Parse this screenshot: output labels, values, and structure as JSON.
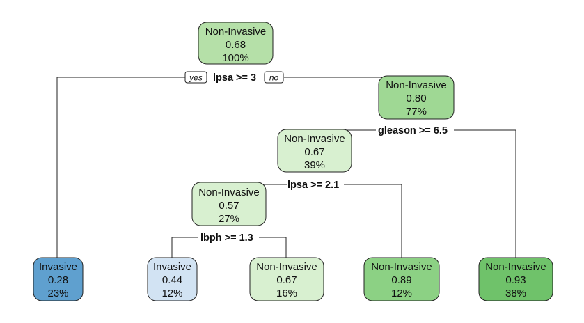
{
  "tree": {
    "nodes": {
      "root": {
        "class": "Non-Invasive",
        "prob": "0.68",
        "pct": "100%",
        "color": "#b5e0a8"
      },
      "n2": {
        "class": "Non-Invasive",
        "prob": "0.80",
        "pct": "77%",
        "color": "#9fd894"
      },
      "n3": {
        "class": "Non-Invasive",
        "prob": "0.67",
        "pct": "39%",
        "color": "#d8f0d0"
      },
      "n4": {
        "class": "Non-Invasive",
        "prob": "0.57",
        "pct": "27%",
        "color": "#d8f0d0"
      },
      "leaf1": {
        "class": "Invasive",
        "prob": "0.28",
        "pct": "23%",
        "color": "#5fa0cf"
      },
      "leaf2": {
        "class": "Invasive",
        "prob": "0.44",
        "pct": "12%",
        "color": "#d2e3f3"
      },
      "leaf3": {
        "class": "Non-Invasive",
        "prob": "0.67",
        "pct": "16%",
        "color": "#d8f0d0"
      },
      "leaf4": {
        "class": "Non-Invasive",
        "prob": "0.89",
        "pct": "12%",
        "color": "#8cd184"
      },
      "leaf5": {
        "class": "Non-Invasive",
        "prob": "0.93",
        "pct": "38%",
        "color": "#6fc26a"
      }
    },
    "splits": {
      "s1": "lpsa >= 3",
      "s2": "gleason >= 6.5",
      "s3": "lpsa >= 2.1",
      "s4": "lbph >= 1.3"
    },
    "yes_label": "yes",
    "no_label": "no"
  }
}
